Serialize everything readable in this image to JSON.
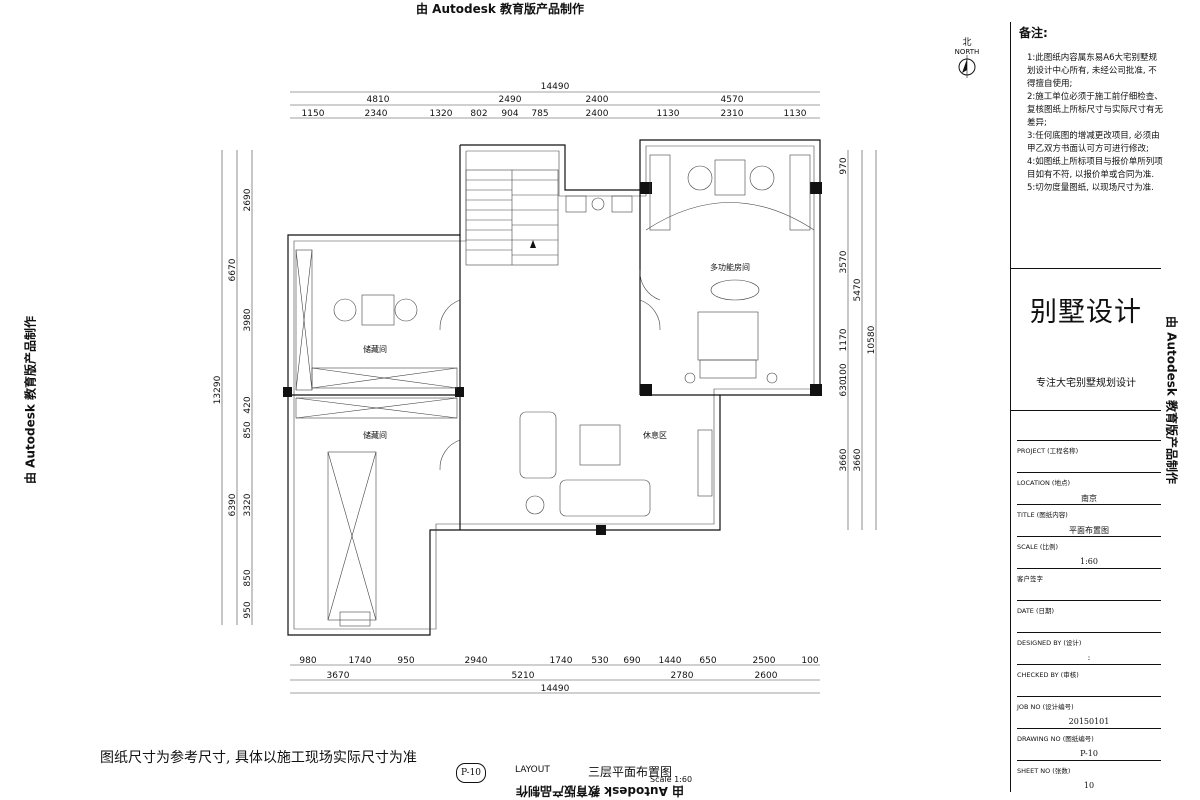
{
  "watermark": "由 Autodesk 教育版产品制作",
  "compass": {
    "label_cn": "北",
    "label_en": "NORTH"
  },
  "dimensions": {
    "top_total": "14490",
    "top_mid": [
      "4810",
      "2490",
      "2400",
      "4570"
    ],
    "top_detail": [
      "1150",
      "2340",
      "1320",
      "802",
      "904",
      "785",
      "2400",
      "1130",
      "2310",
      "1130"
    ],
    "bottom_detail": [
      "980",
      "1740",
      "950",
      "2940",
      "1740",
      "530",
      "690",
      "1440",
      "650",
      "2500",
      "100"
    ],
    "bottom_mid": [
      "3670",
      "5210",
      "2780",
      "2600"
    ],
    "bottom_total": "14490",
    "left_total": "13290",
    "left_mid": [
      "6670",
      "6390"
    ],
    "left_detail": [
      "2690",
      "3980",
      "420",
      "850",
      "3320",
      "850",
      "950"
    ],
    "right_total": "10580",
    "right_mid": [
      "5470",
      "3660"
    ],
    "right_detail": [
      "970",
      "3570",
      "1170",
      "100",
      "630",
      "3660"
    ]
  },
  "rooms": {
    "storage_upper": "储藏间",
    "storage_lower": "储藏间",
    "multi_room": "多功能房间",
    "rest_area": "休息区"
  },
  "footer": {
    "note": "图纸尺寸为参考尺寸, 具体以施工现场实际尺寸为准",
    "sheet_badge": "P-10",
    "layout": "LAYOUT",
    "title": "三层平面布置图",
    "scale": "Scale  1:60"
  },
  "title_block": {
    "notes_title": "备注:",
    "notes": [
      "1:此图纸内容属东易A6大宅别墅规划设计中心所有, 未经公司批准, 不得擅自使用;",
      "2:施工单位必须于施工前仔细检查、复核图纸上所标尺寸与实际尺寸有无差异;",
      "3:任何底图的增减更改项目, 必须由甲乙双方书面认可方可进行修改;",
      "4:如图纸上所标项目与报价单所列项目如有不符, 以报价单或合同为准.",
      "5:切勿度量图纸, 以现场尺寸为准."
    ],
    "brand": "别墅设计",
    "slogan": "专注大宅别墅规划设计",
    "fields": [
      {
        "label": "PROJECT (工程名称)",
        "value": ""
      },
      {
        "label": "LOCATION (地点)",
        "value": "南京"
      },
      {
        "label": "TITLE (图纸内容)",
        "value": "平面布置图"
      },
      {
        "label": "SCALE (比例)",
        "value": "1:60"
      },
      {
        "label": "客户签字",
        "value": ""
      },
      {
        "label": "DATE (日期)",
        "value": ""
      },
      {
        "label": "DESIGNED BY (设计)",
        "value": ":"
      },
      {
        "label": "CHECKED BY (审核)",
        "value": ""
      },
      {
        "label": "JOB NO (设计编号)",
        "value": "20150101"
      },
      {
        "label": "DRAWING NO (图纸编号)",
        "value": "P-10"
      },
      {
        "label": "SHEET NO (张数)",
        "value": "10"
      }
    ]
  }
}
